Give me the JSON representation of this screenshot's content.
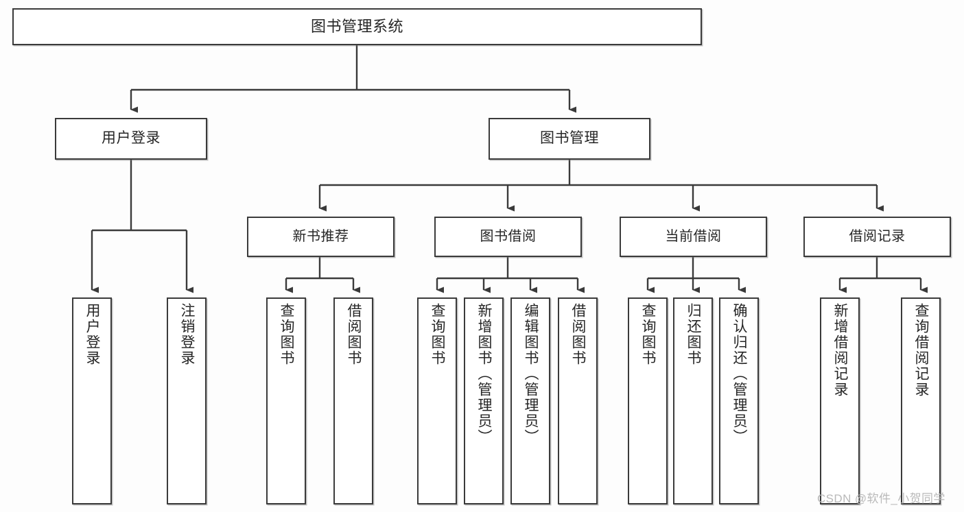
{
  "diagram": {
    "title": "图书管理系统",
    "root": {
      "label": "图书管理系统"
    },
    "level1": [
      {
        "label": "用户登录"
      },
      {
        "label": "图书管理"
      }
    ],
    "level2": [
      {
        "label": "新书推荐"
      },
      {
        "label": "图书借阅"
      },
      {
        "label": "当前借阅"
      },
      {
        "label": "借阅记录"
      }
    ],
    "leaves": {
      "user_login": [
        {
          "label": "用户登录"
        },
        {
          "label": "注销登录"
        }
      ],
      "new_book_recommend": [
        {
          "label": "查询图书"
        },
        {
          "label": "借阅图书"
        }
      ],
      "book_borrow": [
        {
          "label": "查询图书"
        },
        {
          "label": "新增图书（管理员）"
        },
        {
          "label": "编辑图书（管理员）"
        },
        {
          "label": "借阅图书"
        }
      ],
      "current_borrow": [
        {
          "label": "查询图书"
        },
        {
          "label": "归还图书"
        },
        {
          "label": "确认归还（管理员）"
        }
      ],
      "borrow_record": [
        {
          "label": "新增借阅记录"
        },
        {
          "label": "查询借阅记录"
        }
      ]
    }
  },
  "watermark": {
    "text": "CSDN @软件_小贺同学"
  },
  "colors": {
    "border": "#3a3a3a",
    "text": "#262626",
    "background": "#fdfdfd",
    "watermark": "#b9b9b9"
  }
}
